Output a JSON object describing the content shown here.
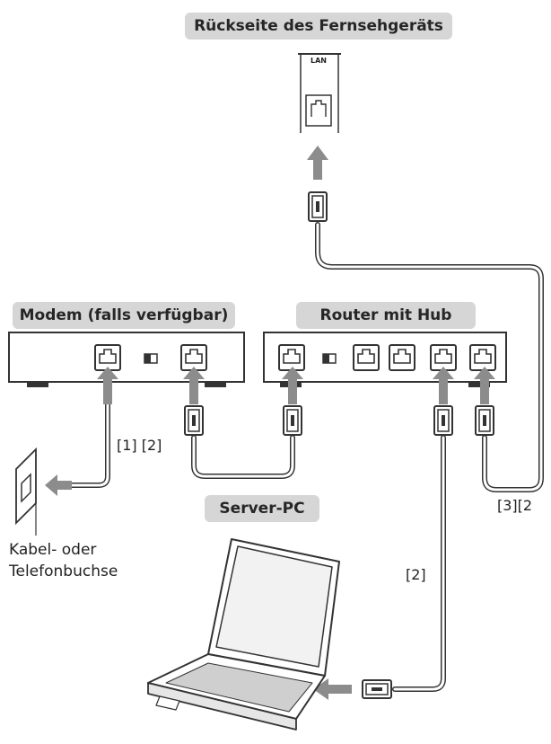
{
  "labels": {
    "tv_back": "Rückseite des Fernsehgeräts",
    "tv_port": "LAN",
    "modem": "Modem (falls verfügbar)",
    "router": "Router mit Hub",
    "server_pc": "Server-PC",
    "wall_socket_line1": "Kabel- oder",
    "wall_socket_line2": "Telefonbuchse",
    "cable_modem_wall": "[1] [2]",
    "cable_router_pc": "[2]",
    "cable_router_tv": "[3][2"
  },
  "colors": {
    "arrow": "#8c8c8c",
    "label_background": "#d6d6d6",
    "outline": "#333333"
  }
}
